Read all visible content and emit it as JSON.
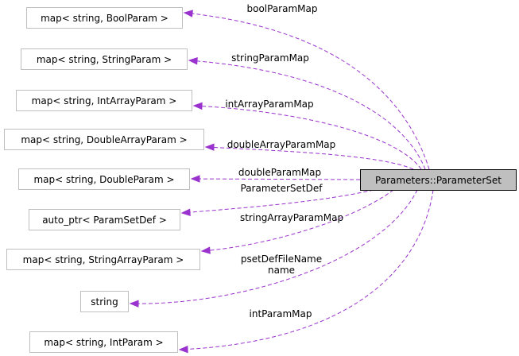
{
  "diagram": {
    "main_node": "Parameters::ParameterSet",
    "nodes": [
      {
        "id": "bool",
        "label": "map< string, BoolParam >"
      },
      {
        "id": "string",
        "label": "map< string, StringParam >"
      },
      {
        "id": "intarray",
        "label": "map< string, IntArrayParam >"
      },
      {
        "id": "dblarray",
        "label": "map< string, DoubleArrayParam >"
      },
      {
        "id": "dbl",
        "label": "map< string, DoubleParam >"
      },
      {
        "id": "autoptr",
        "label": "auto_ptr< ParamSetDef >"
      },
      {
        "id": "strarray",
        "label": "map< string, StringArrayParam >"
      },
      {
        "id": "str",
        "label": "string"
      },
      {
        "id": "int",
        "label": "map< string, IntParam >"
      }
    ],
    "edges": [
      {
        "to": "bool",
        "label": "boolParamMap"
      },
      {
        "to": "string",
        "label": "stringParamMap"
      },
      {
        "to": "intarray",
        "label": "intArrayParamMap"
      },
      {
        "to": "dblarray",
        "label": "doubleArrayParamMap"
      },
      {
        "to": "dbl",
        "label": "doubleParamMap"
      },
      {
        "to": "autoptr",
        "label": "ParameterSetDef"
      },
      {
        "to": "strarray",
        "label": "stringArrayParamMap"
      },
      {
        "to": "str",
        "label": "psetDefFileName\nname"
      },
      {
        "to": "int",
        "label": "intParamMap"
      }
    ],
    "colors": {
      "edge": "#9a32cd",
      "node_border": "#bfbfbf",
      "main_fill": "#bfbfbf",
      "main_border": "#000000"
    }
  }
}
